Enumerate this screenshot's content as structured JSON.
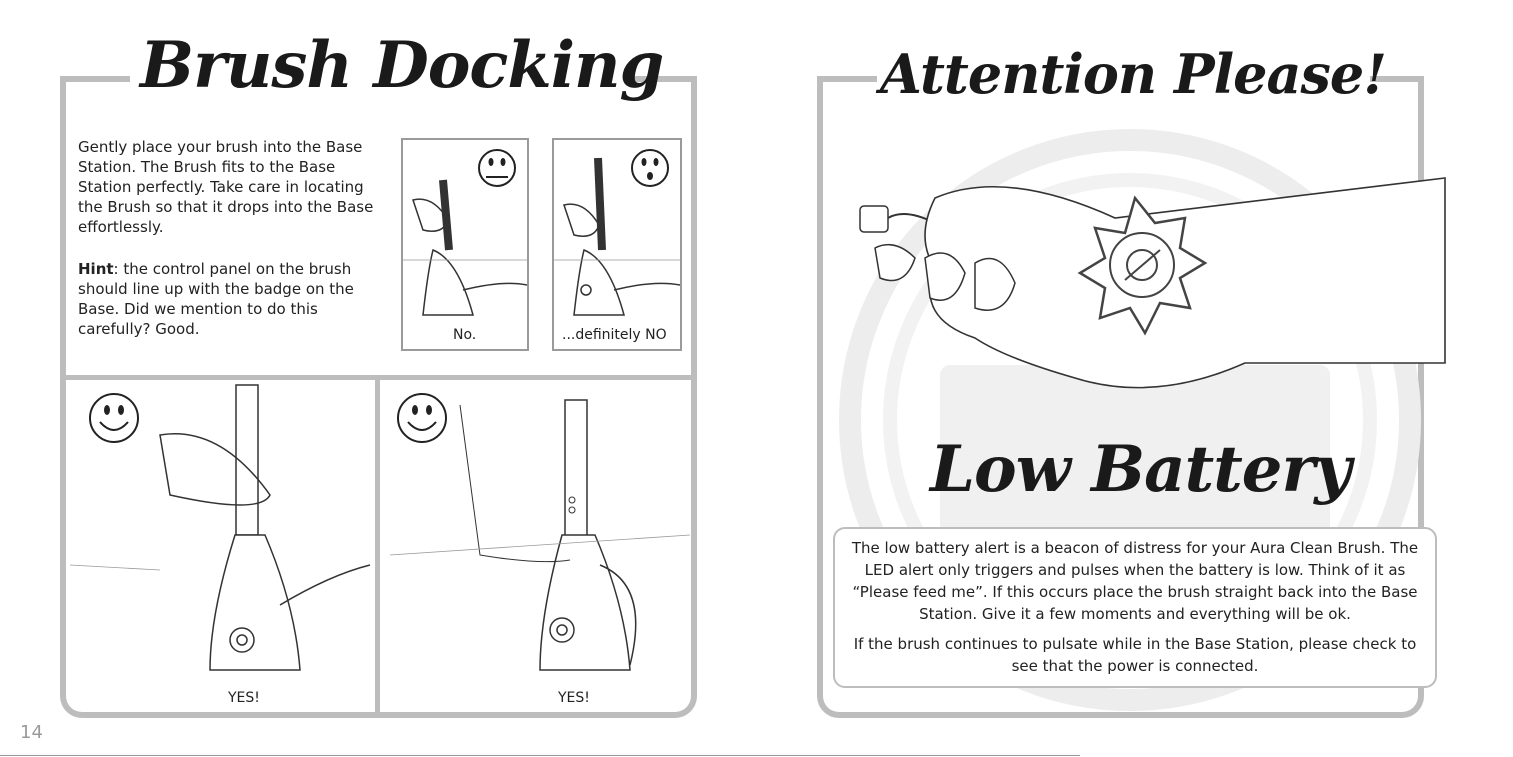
{
  "left_page": {
    "title": "Brush Docking",
    "intro": "Gently place your brush into the Base Station. The Brush fits to the Base Station perfectly. Take care in locating the Brush so that it drops into the Base effortlessly.",
    "hint_label": "Hint",
    "hint_text": ": the control panel on the brush should line up with the badge on the Base. Did we mention to do this carefully? Good.",
    "panels": [
      {
        "caption": "No.",
        "face": "neutral-face-icon"
      },
      {
        "caption": "...definitely NO",
        "face": "shocked-face-icon"
      },
      {
        "caption": "YES!",
        "face": "smiley-face-icon"
      },
      {
        "caption": "YES!",
        "face": "smiley-face-icon"
      }
    ],
    "page_number": "14"
  },
  "right_page": {
    "title": "Attention Please!",
    "subtitle": "Low Battery",
    "paragraph1": "The low battery alert is a beacon of distress for your Aura Clean Brush. The LED alert only triggers and pulses when the battery is low. Think of it as “Please feed me”. If this occurs place the brush straight back into the Base Station.  Give it a few moments and everything will be ok.",
    "paragraph2": "If the brush continues to pulsate while in the Base Station, please check to see that the power is connected."
  },
  "colors": {
    "frame": "#bdbdbd",
    "text": "#222222",
    "panel_border": "#9a9a9a"
  }
}
